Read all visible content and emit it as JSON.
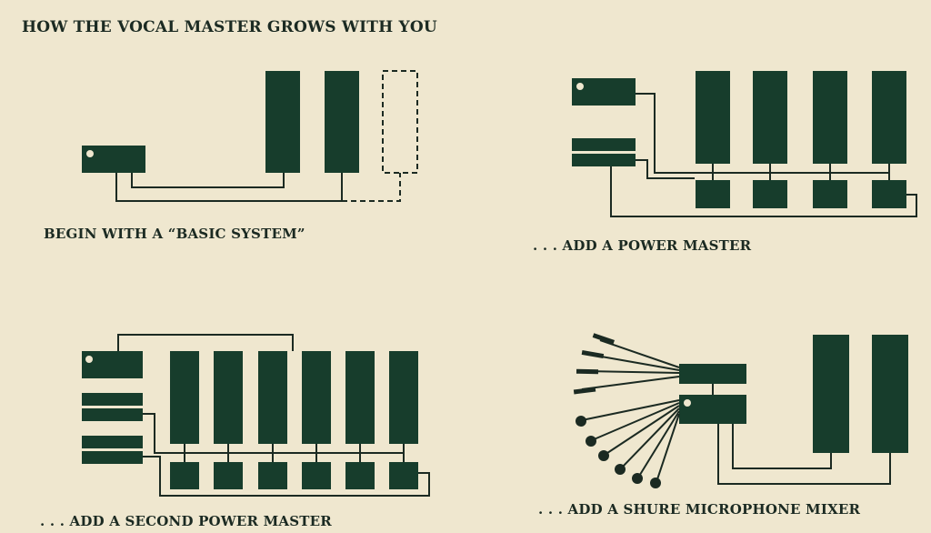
{
  "title": "HOW THE VOCAL MASTER GROWS WITH YOU",
  "colors": {
    "background": "#efe7cf",
    "equipment": "#173d2c",
    "wire": "#1b2a22"
  },
  "panels": [
    {
      "id": "basic",
      "caption": "BEGIN WITH A “BASIC SYSTEM”"
    },
    {
      "id": "power",
      "caption": ". . . ADD A POWER MASTER"
    },
    {
      "id": "second",
      "caption": ". . . ADD A SECOND POWER MASTER"
    },
    {
      "id": "mixer",
      "caption": ". . . ADD A SHURE MICROPHONE MIXER"
    }
  ]
}
